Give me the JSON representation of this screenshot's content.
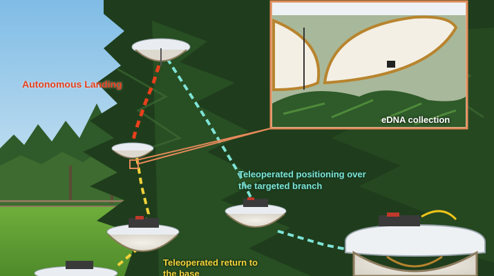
{
  "annotations": {
    "autonomous_landing": "Autonomous Landing",
    "teleoperated_positioning": "Teleoperated positioning over the targeted branch",
    "teleoperated_return": "Teleoperated return to the base",
    "edna_collection": "eDNA collection"
  },
  "colors": {
    "landing_path": "#e8401c",
    "positioning_path": "#7ee3d6",
    "return_path": "#f3d23a",
    "inset_border": "#e58a5a",
    "sky": "#8cc4e6",
    "grass": "#6fa83c",
    "tree": "#1f3d1c"
  }
}
